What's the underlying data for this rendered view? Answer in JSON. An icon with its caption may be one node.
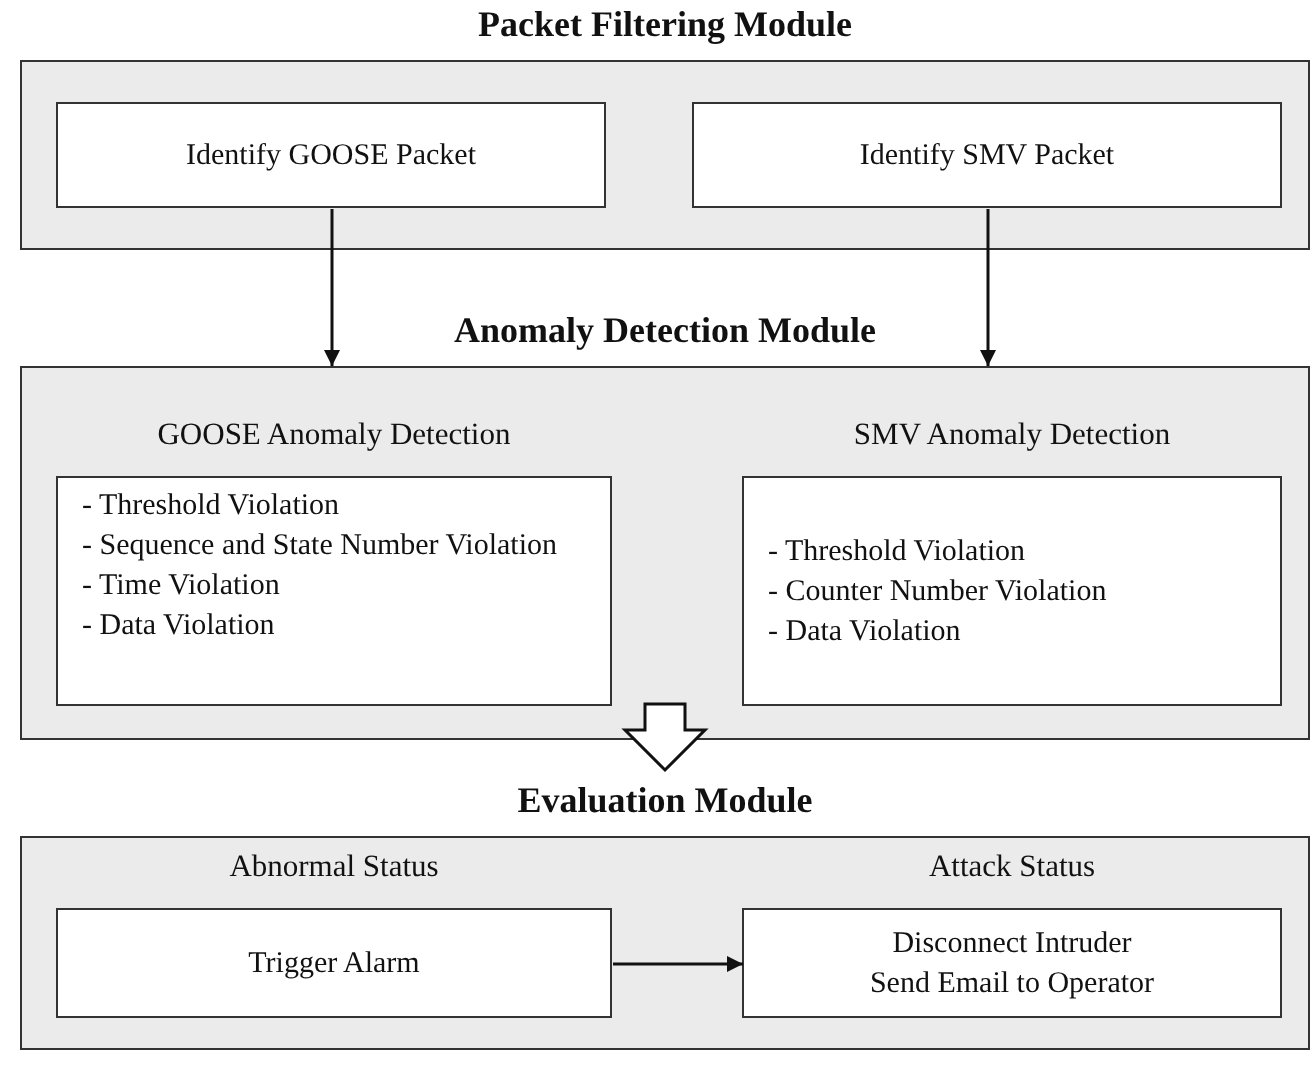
{
  "diagram": {
    "nodes": [
      {
        "text": [
          "Packet Filtering Module"
        ]
      },
      {
        "text": [
          "Identify GOOSE Packet"
        ],
        "in": 0
      },
      {
        "text": [
          "Identify SMV Packet"
        ],
        "in": 0
      },
      {
        "text": [
          "Anomaly Detection Module"
        ]
      },
      {
        "text": [
          "GOOSE Anomaly Detection",
          "- Threshold Violation",
          "- Sequence and State Number Violation",
          "- Time Violation",
          "- Data Violation"
        ],
        "in": 3
      },
      {
        "text": [
          "SMV Anomaly Detection",
          "- Threshold Violation",
          "- Counter Number Violation",
          "- Data Violation"
        ],
        "in": 3
      },
      {
        "text": [
          "Evaluation Module"
        ]
      },
      {
        "text": [
          "Abnormal Status",
          "Trigger Alarm"
        ],
        "in": 6
      },
      {
        "text": [
          "Attack Status",
          "Disconnect Intruder",
          "Send Email to Operator"
        ],
        "in": 6
      }
    ],
    "edges": [
      {
        "from": 1,
        "to": 3,
        "arrow": "to"
      },
      {
        "from": 2,
        "to": 3,
        "arrow": "to"
      },
      {
        "from": 3,
        "to": 6,
        "arrow": "to",
        "style": "thick"
      },
      {
        "from": 7,
        "to": 8,
        "arrow": "to"
      }
    ]
  }
}
